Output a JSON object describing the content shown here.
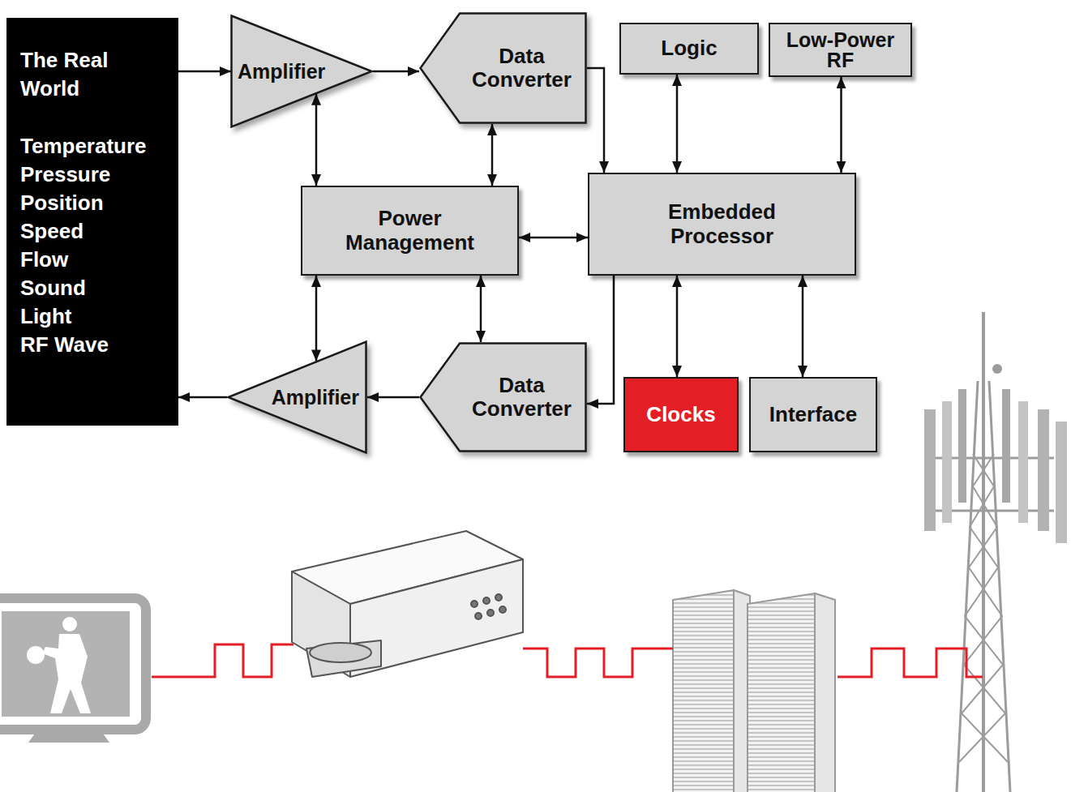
{
  "diagram": {
    "nodes": [
      {
        "text": [
          "The Real World",
          "Temperature",
          "Pressure",
          "Position",
          "Speed",
          "Flow",
          "Sound",
          "Light",
          "RF Wave"
        ]
      },
      {
        "text": [
          "Amplifier"
        ]
      },
      {
        "text": [
          "Data Converter"
        ]
      },
      {
        "text": [
          "Logic"
        ]
      },
      {
        "text": [
          "Low-Power RF"
        ]
      },
      {
        "text": [
          "Power Management"
        ]
      },
      {
        "text": [
          "Embedded Processor"
        ]
      },
      {
        "text": [
          "Amplifier"
        ]
      },
      {
        "text": [
          "Data Converter"
        ]
      },
      {
        "text": [
          "Clocks"
        ]
      },
      {
        "text": [
          "Interface"
        ]
      }
    ],
    "edges": [
      {
        "from": 0,
        "to": 1,
        "arrow": "to"
      },
      {
        "from": 1,
        "to": 2,
        "arrow": "to"
      },
      {
        "from": 2,
        "to": 6,
        "arrow": "to"
      },
      {
        "from": 3,
        "to": 6,
        "arrow": "both"
      },
      {
        "from": 4,
        "to": 6,
        "arrow": "both"
      },
      {
        "from": 1,
        "to": 5,
        "arrow": "both"
      },
      {
        "from": 2,
        "to": 5,
        "arrow": "both"
      },
      {
        "from": 5,
        "to": 6,
        "arrow": "both"
      },
      {
        "from": 5,
        "to": 7,
        "arrow": "both"
      },
      {
        "from": 5,
        "to": 8,
        "arrow": "both"
      },
      {
        "from": 6,
        "to": 8,
        "arrow": "to"
      },
      {
        "from": 8,
        "to": 7,
        "arrow": "to"
      },
      {
        "from": 7,
        "to": 0,
        "arrow": "to"
      },
      {
        "from": 6,
        "to": 9,
        "arrow": "both"
      },
      {
        "from": 6,
        "to": 10,
        "arrow": "both"
      }
    ]
  }
}
